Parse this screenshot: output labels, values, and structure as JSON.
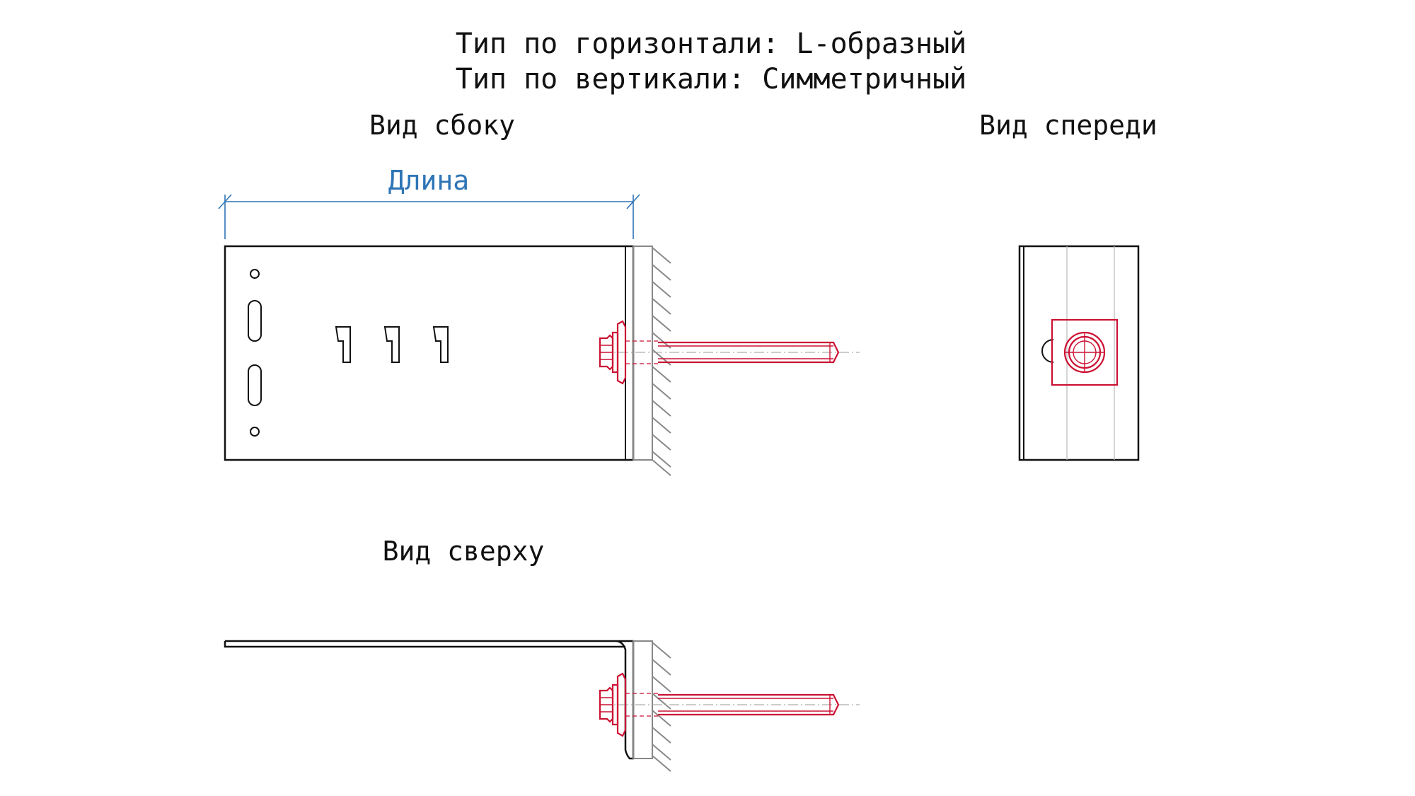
{
  "header": {
    "horizontal_type": "Тип по горизонтали: L-образный",
    "vertical_type": "Тип по вертикали: Симметричный"
  },
  "views": {
    "side": "Вид сбоку",
    "front": "Вид спереди",
    "top": "Вид сверху"
  },
  "dimension": {
    "length_label": "Длина"
  },
  "colors": {
    "line": "#111111",
    "dimension": "#2e75b6",
    "fastener": "#cc1133",
    "wall": "#888888"
  }
}
